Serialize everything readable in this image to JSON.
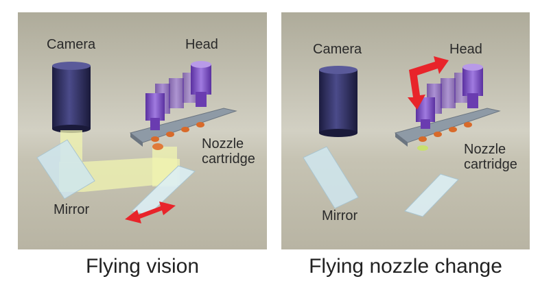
{
  "panels": [
    {
      "caption": "Flying vision",
      "labels": {
        "camera": "Camera",
        "head": "Head",
        "nozzle_line1": "Nozzle",
        "nozzle_line2": "cartridge",
        "mirror": "Mirror"
      }
    },
    {
      "caption": "Flying nozzle change",
      "labels": {
        "camera": "Camera",
        "head": "Head",
        "nozzle_line1": "Nozzle",
        "nozzle_line2": "cartridge",
        "mirror": "Mirror"
      }
    }
  ],
  "colors": {
    "background_top": "#aeab9a",
    "background_bottom": "#b8b4a3",
    "camera_body": "#2d2d66",
    "head_purple": "#7e50c4",
    "arrow_red": "#e8242a",
    "light_beam": "#f0f4b0",
    "mirror_glass": "#cfe6ee"
  },
  "icons": [
    "camera-icon",
    "head-icon",
    "nozzle-cartridge-icon",
    "mirror-icon",
    "double-arrow-icon",
    "bent-arrow-icon"
  ]
}
